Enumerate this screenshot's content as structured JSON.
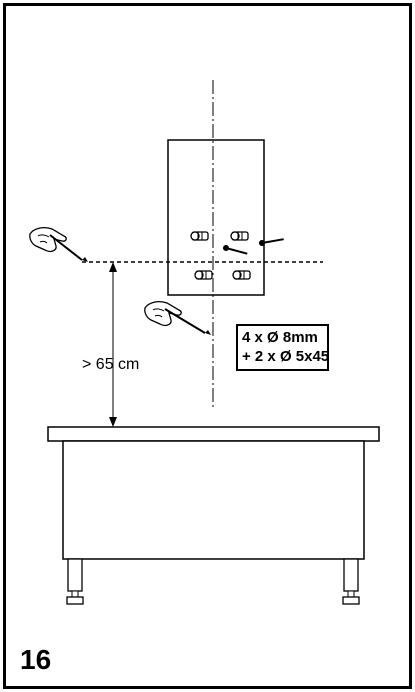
{
  "dimension": {
    "label": "> 65 cm"
  },
  "fixings": {
    "line1": "4 x Ø 8mm",
    "line2": "+ 2 x Ø 5x45"
  },
  "step": {
    "number": "16"
  },
  "icons": [
    "pencil-hand-icon",
    "pencil-hand-icon",
    "wall-plug-icon",
    "screw-icon"
  ]
}
